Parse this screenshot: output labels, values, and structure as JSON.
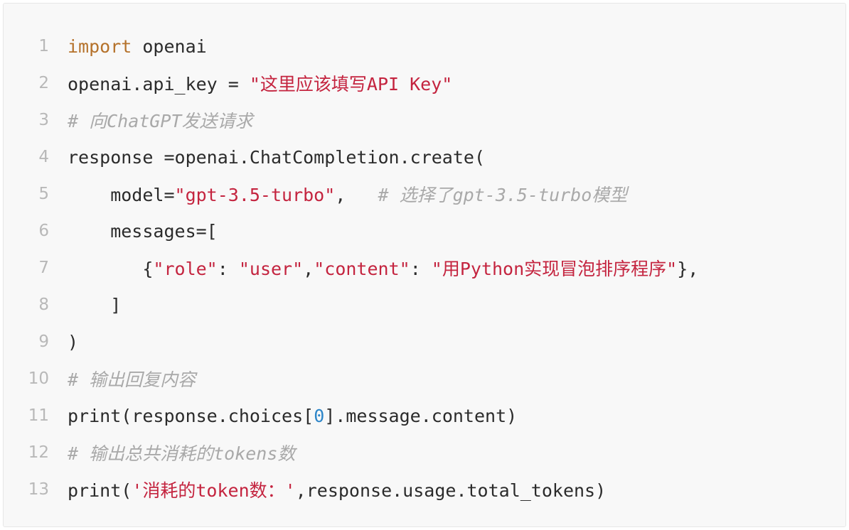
{
  "code_view": {
    "lines": [
      {
        "number": "1",
        "tokens": [
          {
            "t": "import",
            "c": "kw"
          },
          {
            "t": " openai",
            "c": "plain"
          }
        ]
      },
      {
        "number": "2",
        "tokens": [
          {
            "t": "openai.api_key = ",
            "c": "plain"
          },
          {
            "t": "\"这里应该填写API Key\"",
            "c": "str"
          }
        ]
      },
      {
        "number": "3",
        "tokens": [
          {
            "t": "# 向ChatGPT发送请求",
            "c": "com"
          }
        ]
      },
      {
        "number": "4",
        "tokens": [
          {
            "t": "response =openai.ChatCompletion.create(",
            "c": "plain"
          }
        ]
      },
      {
        "number": "5",
        "tokens": [
          {
            "t": "    model=",
            "c": "plain"
          },
          {
            "t": "\"gpt-3.5-turbo\"",
            "c": "str"
          },
          {
            "t": ",   ",
            "c": "plain"
          },
          {
            "t": "# 选择了gpt-3.5-turbo模型",
            "c": "com"
          }
        ]
      },
      {
        "number": "6",
        "tokens": [
          {
            "t": "    messages=[",
            "c": "plain"
          }
        ]
      },
      {
        "number": "7",
        "tokens": [
          {
            "t": "       {",
            "c": "plain"
          },
          {
            "t": "\"role\"",
            "c": "str"
          },
          {
            "t": ": ",
            "c": "plain"
          },
          {
            "t": "\"user\"",
            "c": "str"
          },
          {
            "t": ",",
            "c": "plain"
          },
          {
            "t": "\"content\"",
            "c": "str"
          },
          {
            "t": ": ",
            "c": "plain"
          },
          {
            "t": "\"用Python实现冒泡排序程序\"",
            "c": "str"
          },
          {
            "t": "},",
            "c": "plain"
          }
        ]
      },
      {
        "number": "8",
        "tokens": [
          {
            "t": "    ]",
            "c": "plain"
          }
        ]
      },
      {
        "number": "9",
        "tokens": [
          {
            "t": ")",
            "c": "plain"
          }
        ]
      },
      {
        "number": "10",
        "tokens": [
          {
            "t": "# 输出回复内容",
            "c": "com"
          }
        ]
      },
      {
        "number": "11",
        "tokens": [
          {
            "t": "print(response.choices[",
            "c": "plain"
          },
          {
            "t": "0",
            "c": "num"
          },
          {
            "t": "].message.content)",
            "c": "plain"
          }
        ]
      },
      {
        "number": "12",
        "tokens": [
          {
            "t": "# 输出总共消耗的tokens数",
            "c": "com"
          }
        ]
      },
      {
        "number": "13",
        "tokens": [
          {
            "t": "print(",
            "c": "plain"
          },
          {
            "t": "'消耗的token数：'",
            "c": "str"
          },
          {
            "t": ",response.usage.total_tokens)",
            "c": "plain"
          }
        ]
      }
    ]
  }
}
